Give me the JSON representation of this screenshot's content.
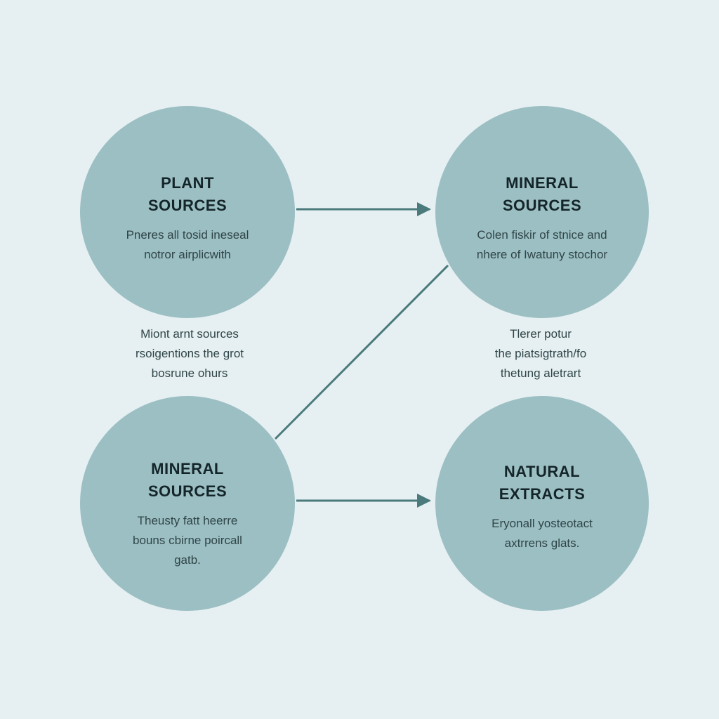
{
  "colors": {
    "background": "#e6f0f2",
    "node_fill": "#9cbfc3",
    "connector": "#4a7a7c",
    "title_text": "#14252a",
    "body_text": "#2f4548"
  },
  "nodes": {
    "plant_sources": {
      "title": "PLANT\nSOURCES",
      "desc": "Pneres all tosid ineseal\nnotror airplicwith"
    },
    "mineral_sources_top": {
      "title": "MINERAL\nSOURCES",
      "desc": "Colen fiskir of stnice and\nnhere of Iwatuny stochor"
    },
    "mineral_sources_bottom": {
      "title": "MINERAL\nSOURCES",
      "desc": "Theusty fatt heerre\nbouns cbirne poircall\ngatb."
    },
    "natural_extracts": {
      "title": "NATURAL\nEXTRACTS",
      "desc": "Eryonall yosteotact\naxtrrens glats."
    }
  },
  "captions": {
    "left": "Miont arnt sources\nrsoigentions the grot\nbosrune ohurs",
    "right": "Tlerer potur\nthe piatsigtrath/fo\nthetung aletrart"
  }
}
